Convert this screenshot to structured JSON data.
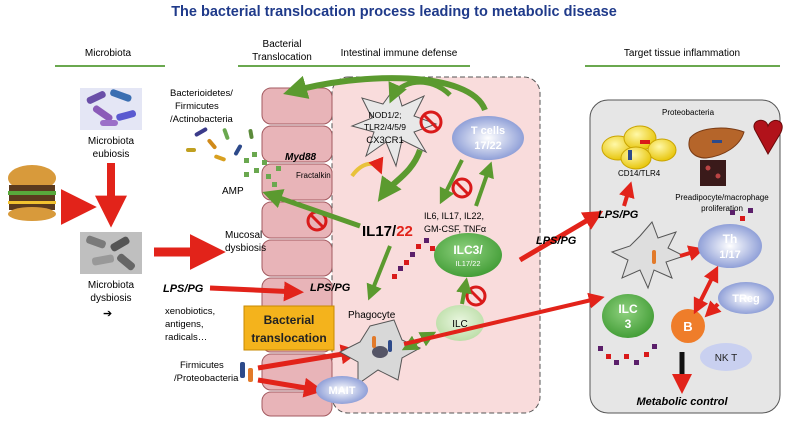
{
  "title": "The bacterial translocation process leading to metabolic disease",
  "sections": {
    "microbiota": "Microbiota",
    "bacterial_translocation_1": "Bacterial",
    "bacterial_translocation_2": "Translocation",
    "intestinal_immune_defense": "Intestinal immune defense",
    "target_tissue": "Target tissue inflammation"
  },
  "left": {
    "eubiosis_1": "Microbiota",
    "eubiosis_2": "eubiosis",
    "dysbiosis_1": "Microbiota",
    "dysbiosis_2": "dysbiosis",
    "arrow_symbol": "➔",
    "mucosal_dysbiosis_1": "Mucosal",
    "mucosal_dysbiosis_2": "dysbiosis",
    "bacteria_group_1a": "Bacterioidetes/",
    "bacteria_group_1b": "Firmicutes",
    "bacteria_group_1c": "/Actinobacteria",
    "amp": "AMP",
    "lps_pg": "LPS/PG",
    "xeno_1": "xenobiotics,",
    "xeno_2": "antigens,",
    "xeno_3": "radicals…",
    "firmicutes_1": "Firmicutes",
    "firmicutes_2": "/Proteobacteria",
    "bt_label_1": "Bacterial",
    "bt_label_2": "translocation"
  },
  "immune": {
    "receptors_1": "NOD1/2;",
    "receptors_2": "TLR2/4/5/9",
    "receptors_3": "CX3CR1",
    "myd88": "Myd88",
    "fractalkin": "Fractalkin",
    "tcells_1": "T cells",
    "tcells_2": "17/22",
    "il17_prefix": "IL17/",
    "il17_22": "22",
    "cytokines_1": "IL6, IL17, IL22,",
    "cytokines_2": "GM-CSF, TNFα",
    "ilc3_1": "ILC3/",
    "ilc3_2": "IL17/22",
    "lps_pg_mid": "LPS/PG",
    "phagocyte": "Phagocyte",
    "ilc": "ILC",
    "mait": "MAIT"
  },
  "right": {
    "lps_pg_cross": "LPS/PG",
    "proteobacteria": "Proteobacteria",
    "cd14": "CD14/TLR4",
    "preadipocyte_1": "Preadipocyte/macrophage",
    "preadipocyte_2": "proliferation",
    "lps_pg_target": "LPS/PG",
    "th_1": "Th",
    "th_2": "1/17",
    "ilc_1": "ILC",
    "ilc_2": "3",
    "b_cell": "B",
    "treg": "TReg",
    "nkt": "NK T",
    "metabolic_control": "Metabolic control"
  },
  "colors": {
    "title": "#1f3a8a",
    "section_rule": "#6aa84f",
    "red_arrow": "#e2231a",
    "green_arrow": "#5b9a2f",
    "ellipse_blue": "#8a9ad6",
    "ilc_green": "#4caf3f",
    "epithelium": "#e8b4b8",
    "immune_bg": "#f9dcdc",
    "target_bg": "#e6e6e6"
  }
}
